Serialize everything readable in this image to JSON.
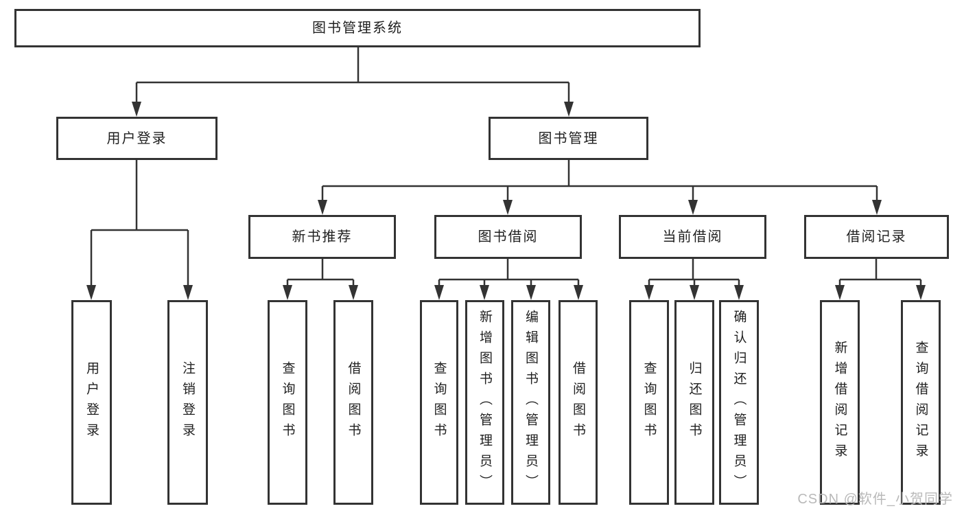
{
  "title": "图书管理系统",
  "tree": {
    "root": {
      "id": "root",
      "label": "图书管理系统"
    },
    "branches": [
      {
        "id": "user-login",
        "label": "用户登录",
        "children": [
          {
            "id": "leaf-user-login",
            "label": "用户登录"
          },
          {
            "id": "leaf-logout",
            "label": "注销登录"
          }
        ]
      },
      {
        "id": "book-management",
        "label": "图书管理",
        "children": [
          {
            "id": "new-book-recommend",
            "label": "新书推荐",
            "children": [
              {
                "id": "leaf-query-book-1",
                "label": "查询图书"
              },
              {
                "id": "leaf-borrow-book-1",
                "label": "借阅图书"
              }
            ]
          },
          {
            "id": "book-borrowing",
            "label": "图书借阅",
            "children": [
              {
                "id": "leaf-query-book-2",
                "label": "查询图书"
              },
              {
                "id": "leaf-add-book-admin",
                "label": "新增图书（管理员）"
              },
              {
                "id": "leaf-edit-book-admin",
                "label": "编辑图书（管理员）"
              },
              {
                "id": "leaf-borrow-book-2",
                "label": "借阅图书"
              }
            ]
          },
          {
            "id": "current-borrowing",
            "label": "当前借阅",
            "children": [
              {
                "id": "leaf-query-book-3",
                "label": "查询图书"
              },
              {
                "id": "leaf-return-book",
                "label": "归还图书"
              },
              {
                "id": "leaf-confirm-return-admin",
                "label": "确认归还（管理员）"
              }
            ]
          },
          {
            "id": "borrowing-records",
            "label": "借阅记录",
            "children": [
              {
                "id": "leaf-add-borrow-record",
                "label": "新增借阅记录"
              },
              {
                "id": "leaf-query-borrow-record",
                "label": "查询借阅记录"
              }
            ]
          }
        ]
      }
    ]
  },
  "watermark": "CSDN @软件_小贺同学",
  "colors": {
    "line": "#333333",
    "box_border": "#333333",
    "text": "#1f1f1f",
    "watermark": "#b9b9b9",
    "background": "#ffffff"
  }
}
